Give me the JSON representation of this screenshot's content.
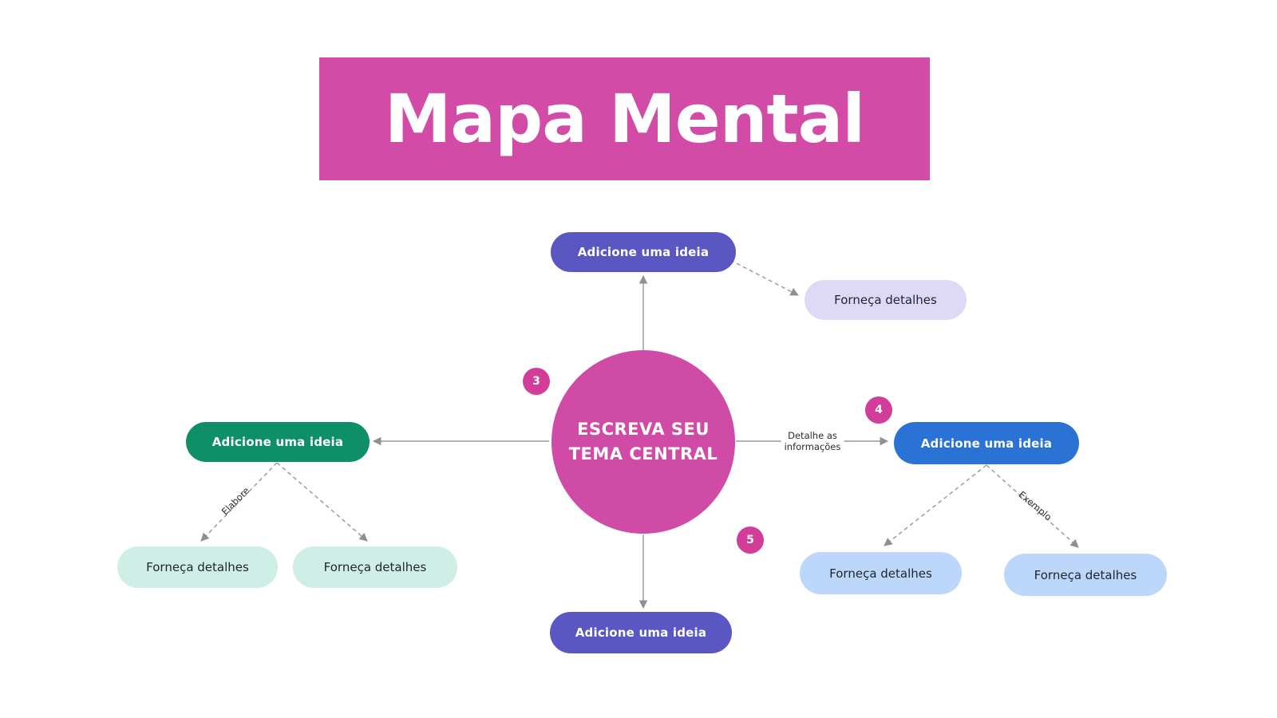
{
  "canvas": {
    "background": "#ffffff"
  },
  "title_banner": {
    "text": "Mapa Mental",
    "bg_color": "#d24ba6",
    "text_color": "#ffffff"
  },
  "central_node": {
    "line1": "ESCREVA SEU",
    "line2": "TEMA CENTRAL",
    "color": "#d04ba6",
    "text_color": "#ffffff"
  },
  "idea_nodes": {
    "top": {
      "label": "Adicione uma ideia",
      "color": "#5b57c2"
    },
    "left": {
      "label": "Adicione uma ideia",
      "color": "#0f8f68"
    },
    "right": {
      "label": "Adicione uma ideia",
      "color": "#2a72d4"
    },
    "bottom": {
      "label": "Adicione uma ideia",
      "color": "#5b57c2"
    }
  },
  "detail_nodes": {
    "top_right": {
      "label": "Forneça detalhes",
      "color": "#ded9f7"
    },
    "left_a": {
      "label": "Forneça detalhes",
      "color": "#cfeee5"
    },
    "left_b": {
      "label": "Forneça detalhes",
      "color": "#cfeee5"
    },
    "right_a": {
      "label": "Forneça detalhes",
      "color": "#bdd7fb"
    },
    "right_b": {
      "label": "Forneça detalhes",
      "color": "#bdd7fb"
    }
  },
  "step_badges": {
    "badge_3": "3",
    "badge_4": "4",
    "badge_5": "5",
    "color": "#d13d98"
  },
  "edge_labels": {
    "left_child": "Elabore",
    "right_main_line1": "Detalhe as",
    "right_main_line2": "informações",
    "right_child": "Exemplo"
  },
  "connector_color": "#979797"
}
